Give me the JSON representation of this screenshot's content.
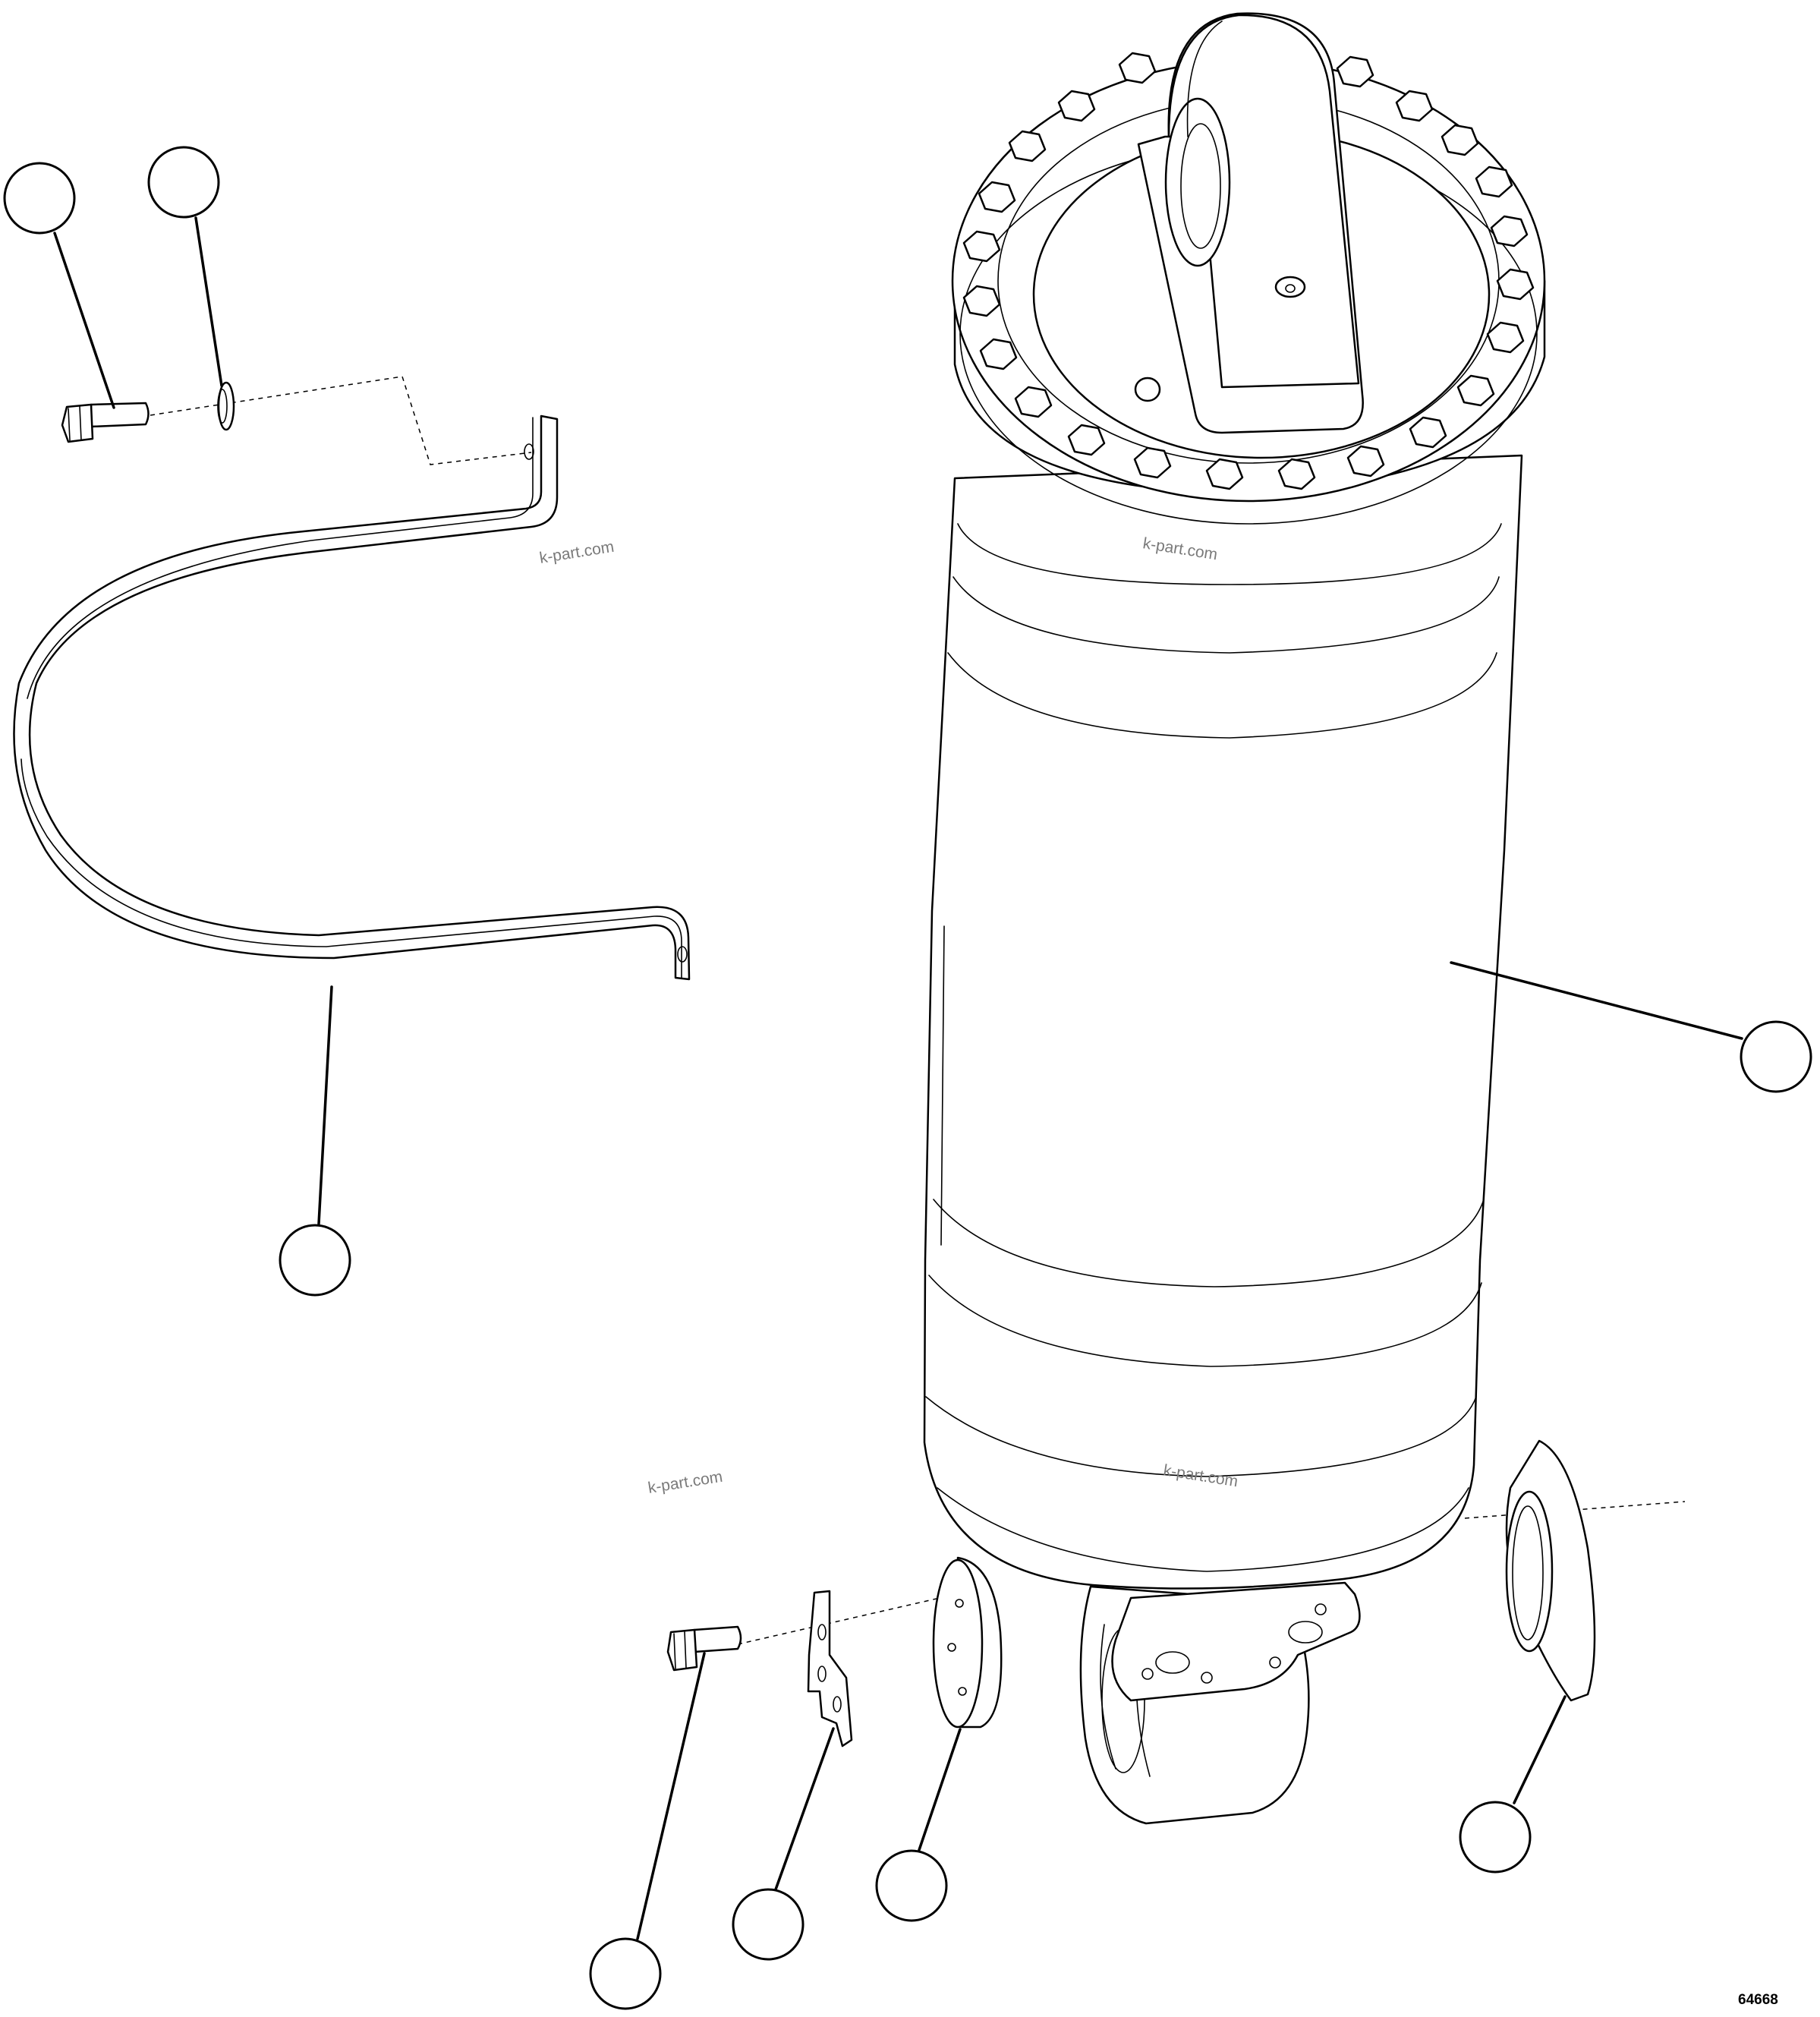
{
  "watermarks": [
    "k-part.com",
    "k-part.com",
    "k-part.com",
    "k-part.com"
  ],
  "reference_number": "64668",
  "callout_balloons": [
    {
      "id": "bolt-top",
      "label": ""
    },
    {
      "id": "washer-top",
      "label": ""
    },
    {
      "id": "clamp",
      "label": ""
    },
    {
      "id": "cylinder",
      "label": ""
    },
    {
      "id": "bolt-bottom",
      "label": ""
    },
    {
      "id": "lock-plate",
      "label": ""
    },
    {
      "id": "spacer-disc",
      "label": ""
    },
    {
      "id": "seal",
      "label": ""
    }
  ],
  "colors": {
    "line": "#000000",
    "background": "#ffffff",
    "watermark": "#7a7a7a"
  }
}
